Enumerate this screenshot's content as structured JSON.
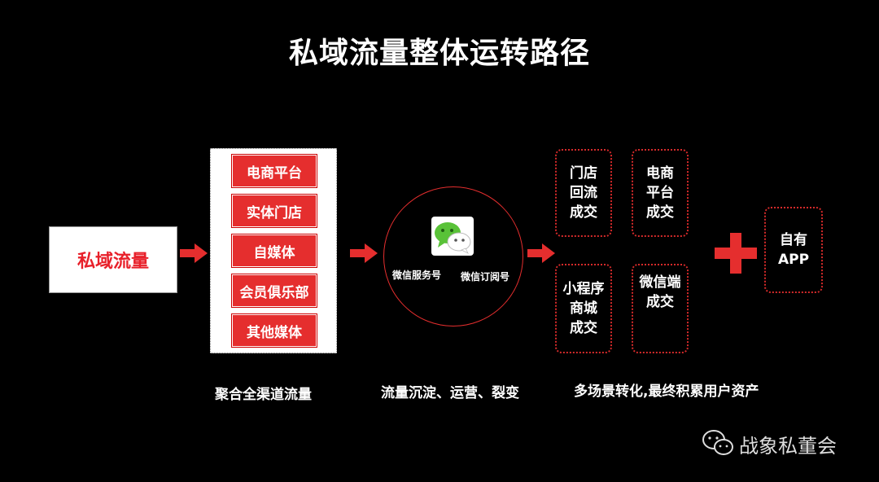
{
  "title": "私域流量整体运转路径",
  "source_box": {
    "label": "私域流量"
  },
  "channels": [
    "电商平台",
    "实体门店",
    "自媒体",
    "会员俱乐部",
    "其他媒体"
  ],
  "wechat": {
    "label_left": "微信服务号",
    "label_right": "微信订阅号"
  },
  "conversions": [
    {
      "lines": "门店\n回流\n成交"
    },
    {
      "lines": "电商\n平台\n成交"
    },
    {
      "lines": "小程序\n商城\n成交"
    },
    {
      "lines": "微信端\n成交"
    }
  ],
  "asset": {
    "line1": "自有",
    "line2": "APP"
  },
  "captions": {
    "aggregate": "聚合全渠道流量",
    "retain": "流量沉淀、运营、裂变",
    "convert": "多场景转化,最终积累用户资产"
  },
  "watermark": {
    "text": "战象私董会"
  },
  "colors": {
    "accent": "#e52e2e",
    "background": "#000000"
  }
}
